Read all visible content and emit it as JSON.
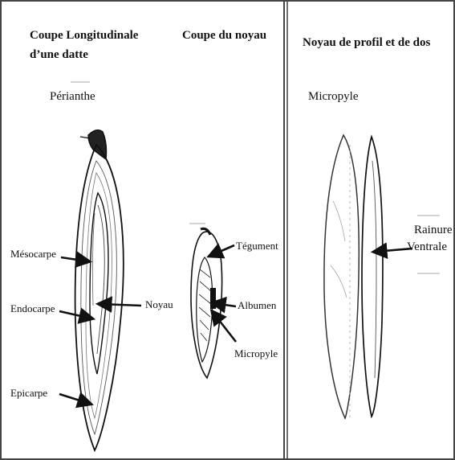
{
  "panels": {
    "left": {
      "heading_line1": "Coupe Longitudinale",
      "heading_line2": "d’une datte",
      "heading_right": "Coupe du noyau",
      "label_perianthe": "Périanthe",
      "label_mesocarpe": "Mésocarpe",
      "label_endocarpe": "Endocarpe",
      "label_epicarpe": "Epicarpe",
      "label_noyau": "Noyau",
      "label_tegument": "Tégument",
      "label_albumen": "Albumen",
      "label_micropyle": "Micropyle"
    },
    "right": {
      "heading": "Noyau de profil et de dos",
      "label_micropyle": "Micropyle",
      "label_rainure_line1": "Rainure",
      "label_rainure_line2": "Ventrale"
    }
  },
  "colors": {
    "ink": "#111111",
    "faint": "#9a9a9a",
    "border": "#444444"
  }
}
